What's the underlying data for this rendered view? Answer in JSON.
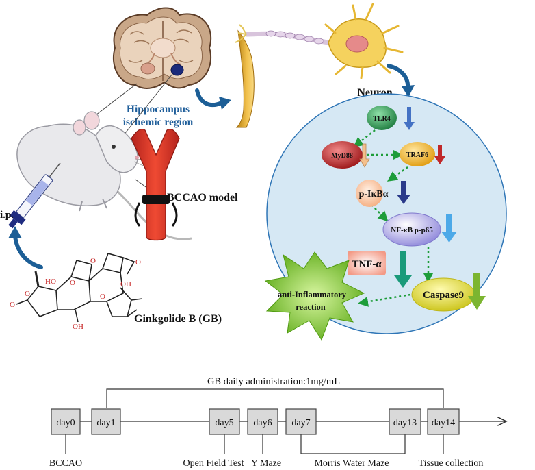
{
  "top": {
    "hippocampus_line1": "Hippocampus",
    "hippocampus_line2": "ischemic region",
    "neuron": "Neuron",
    "bccao_model": "BCCAO model",
    "ip": "i.p.",
    "compound": "Ginkgolide B (GB)",
    "molecule_labels": {
      "oh1": "HO",
      "oh2": "OH",
      "oh3": "OH",
      "o1": "O",
      "o2": "O",
      "o3": "O",
      "o4": "O",
      "o5": "O",
      "o6": "O"
    }
  },
  "pathway": {
    "tlr4": "TLR4",
    "myd88": "MyD88",
    "traf6": "TRAF6",
    "pikba": "p-IκBα",
    "nfkb": "NF-κB p-p65",
    "tnfa": "TNF-α",
    "caspase9": "Caspase9",
    "anti_line1": "anti-Inflammatory",
    "anti_line2": "reaction"
  },
  "timeline": {
    "administration": "GB daily administration:1mg/mL",
    "days": [
      "day0",
      "day1",
      "day5",
      "day6",
      "day7",
      "day13",
      "day14"
    ],
    "bccao": "BCCAO",
    "open_field": "Open Field Test",
    "y_maze": "Y Maze",
    "morris": "Morris Water  Maze",
    "tissue": "Tissue collection"
  },
  "colors": {
    "blue_label": "#1f5e9a",
    "cell_fill": "#d6e8f4",
    "cell_stroke": "#2e75b6",
    "tlr4": "#2d9e57",
    "myd88": "#c0282a",
    "traf6": "#f0b623",
    "pikba": "#f9c29a",
    "nfkb": "#b9b4e8",
    "caspase9": "#e8e22a",
    "burst": "#74c61f",
    "tnf_box": "#f6b4a5",
    "day_box": "#d9d9d9",
    "dotted_green": "#1e9d3a",
    "curved_arrow": "#1c5e96"
  }
}
